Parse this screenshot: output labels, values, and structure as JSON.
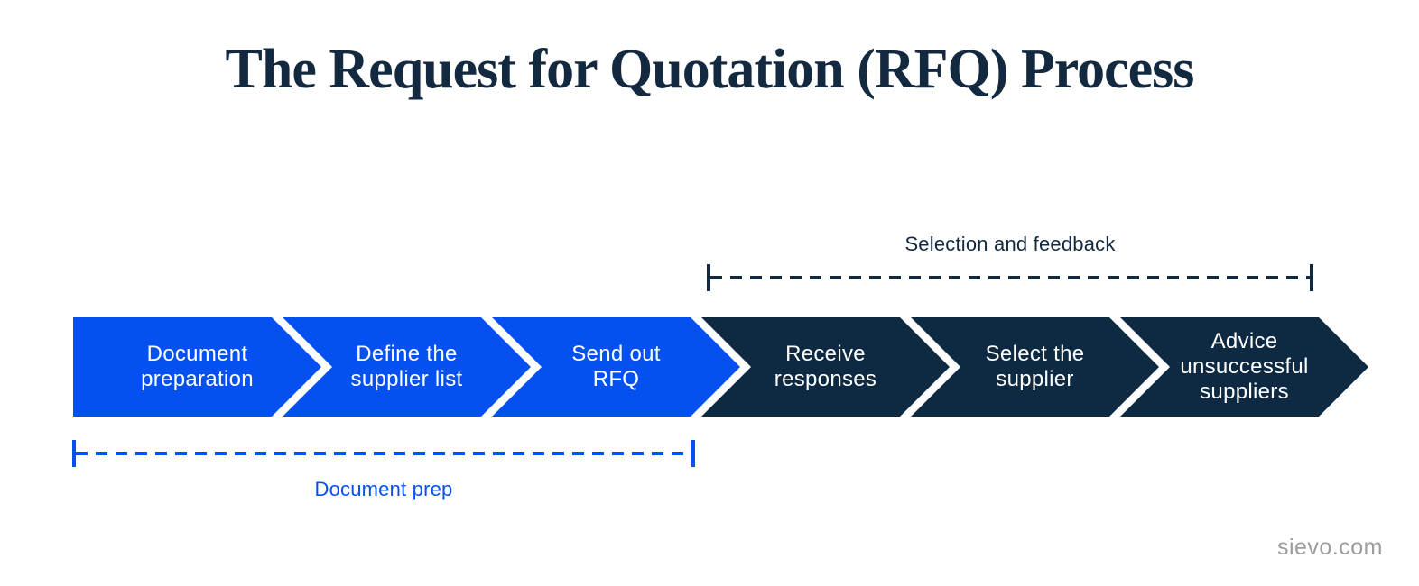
{
  "title": "The Request for Quotation (RFQ) Process",
  "colors": {
    "blue": "#0551F0",
    "navy": "#0E2A43",
    "ink": "#13293F",
    "gray": "#9C9C9C",
    "white": "#FFFFFF"
  },
  "process": {
    "steps": [
      {
        "label": "Document\npreparation",
        "phase": "document-prep",
        "color": "#0551F0"
      },
      {
        "label": "Define the\nsupplier list",
        "phase": "document-prep",
        "color": "#0551F0"
      },
      {
        "label": "Send out\nRFQ",
        "phase": "document-prep",
        "color": "#0551F0"
      },
      {
        "label": "Receive\nresponses",
        "phase": "selection-and-feedback",
        "color": "#0E2A43"
      },
      {
        "label": "Select the\nsupplier",
        "phase": "selection-and-feedback",
        "color": "#0E2A43"
      },
      {
        "label": "Advice\nunsuccessful\nsuppliers",
        "phase": "selection-and-feedback",
        "color": "#0E2A43"
      }
    ]
  },
  "brackets": {
    "top": {
      "label": "Selection and feedback",
      "position": "above-steps-4-6",
      "color": "#13293F"
    },
    "bottom": {
      "label": "Document prep",
      "position": "below-steps-1-3",
      "color": "#0551F0"
    }
  },
  "footer": {
    "website": "sievo.com"
  }
}
